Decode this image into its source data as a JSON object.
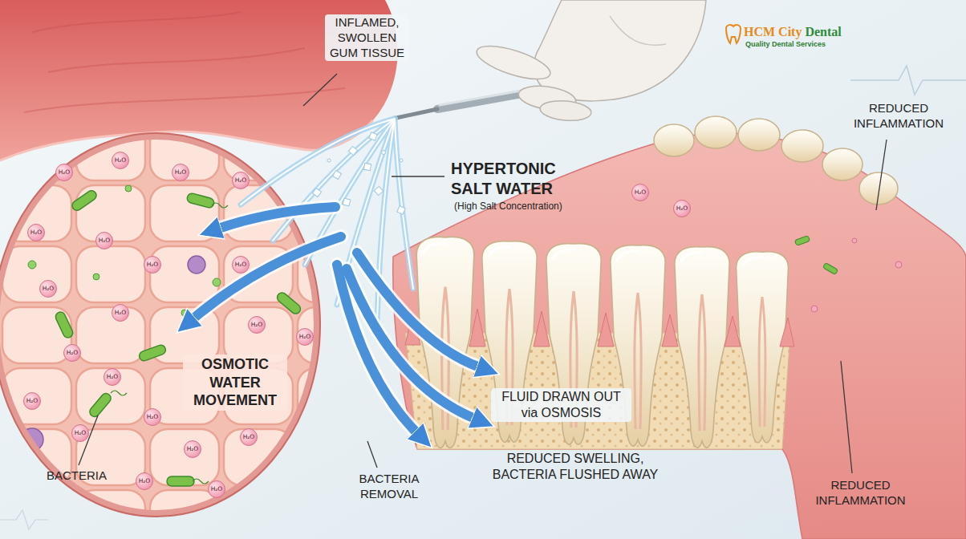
{
  "diagram": {
    "labels": [
      "INFLAMED, SWOLLEN GUM TISSUE",
      "HYPERTONIC SALT WATER",
      "(High Salt Concentration)",
      "REDUCED INFLAMMATION",
      "OSMOTIC WATER MOVEMENT",
      "FLUID DRAWN OUT via OSMOSIS",
      "BACTERIA",
      "BACTERIA REMOVAL",
      "REDUCED SWELLING, BACTERIA FLUSHED AWAY",
      "REDUCED INFLAMMATION",
      "HCM City",
      "Dental",
      "Quality Dental Services",
      "H₂O",
      "H₂O",
      "H₂O",
      "H₂O",
      "H₂O",
      "H₂O",
      "H₂O",
      "H₂O",
      "H₂O",
      "H₂O",
      "H₂O",
      "H₂O",
      "H₂O",
      "H₂O",
      "H₂O",
      "H₂O",
      "H₂O",
      "H₂O",
      "H₂O",
      "H₂O",
      "H₂O",
      "H₂O",
      "H₂O"
    ]
  }
}
